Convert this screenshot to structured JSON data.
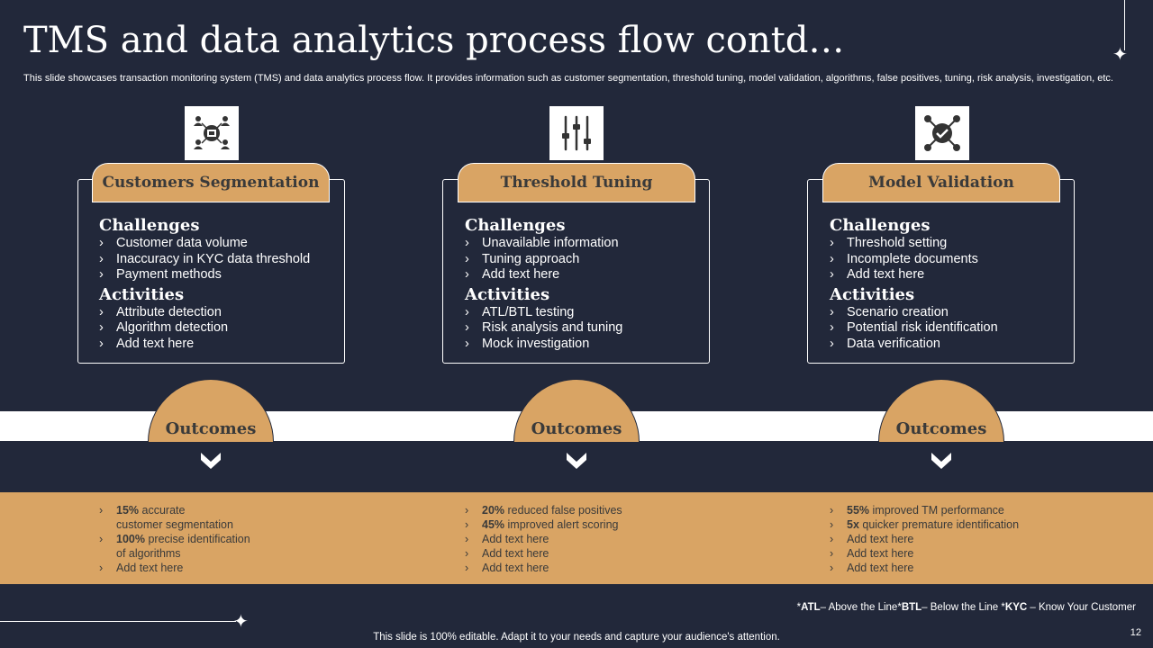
{
  "title": "TMS and data analytics process flow contd…",
  "subtitle": "This slide showcases transaction monitoring system (TMS) and data analytics process flow. It provides information such as customer segmentation, threshold tuning, model validation, algorithms, false positives, tuning, risk analysis, investigation, etc.",
  "colors": {
    "background": "#22283a",
    "accent": "#d9a464",
    "text_dark": "#3a3a3a",
    "white": "#ffffff"
  },
  "columns": [
    {
      "icon": "people-network-icon",
      "heading": "Customers Segmentation",
      "challenges_title": "Challenges",
      "challenges": [
        "Customer data volume",
        "Inaccuracy in KYC data threshold",
        "Payment methods"
      ],
      "activities_title": "Activities",
      "activities": [
        "Attribute detection",
        "Algorithm detection",
        "Add text here"
      ],
      "outcomes_label": "Outcomes",
      "outcomes": [
        {
          "bold": "15%",
          "text": " accurate"
        },
        {
          "bold": "",
          "text": "customer segmentation"
        },
        {
          "bold": "100%",
          "text": " precise identification"
        },
        {
          "bold": "",
          "text": "of algorithms"
        },
        {
          "bold": "",
          "text": "Add text here"
        }
      ]
    },
    {
      "icon": "sliders-icon",
      "heading": "Threshold Tuning",
      "challenges_title": "Challenges",
      "challenges": [
        "Unavailable information",
        "Tuning approach",
        "Add text here"
      ],
      "activities_title": "Activities",
      "activities": [
        "ATL/BTL testing",
        "Risk analysis and tuning",
        "Mock investigation"
      ],
      "outcomes_label": "Outcomes",
      "outcomes": [
        {
          "bold": "20%",
          "text": " reduced false positives"
        },
        {
          "bold": "45%",
          "text": " improved alert scoring"
        },
        {
          "bold": "",
          "text": "Add text here"
        },
        {
          "bold": "",
          "text": "Add text here"
        },
        {
          "bold": "",
          "text": "Add text here"
        }
      ]
    },
    {
      "icon": "network-check-icon",
      "heading": "Model Validation",
      "challenges_title": "Challenges",
      "challenges": [
        "Threshold setting",
        "Incomplete documents",
        "Add text here"
      ],
      "activities_title": "Activities",
      "activities": [
        "Scenario creation",
        "Potential risk identification",
        "Data verification"
      ],
      "outcomes_label": "Outcomes",
      "outcomes": [
        {
          "bold": "55%",
          "text": " improved TM performance"
        },
        {
          "bold": "5x",
          "text": " quicker premature identification"
        },
        {
          "bold": "",
          "text": "Add text here"
        },
        {
          "bold": "",
          "text": "Add text here"
        },
        {
          "bold": "",
          "text": "Add text here"
        }
      ]
    }
  ],
  "abbreviations": [
    {
      "bold": "ATL",
      "text": "– Above the Line"
    },
    {
      "bold": "BTL",
      "text": "– Below the Line "
    },
    {
      "bold": "KYC",
      "text": " – Know Your Customer"
    }
  ],
  "footer": "This slide is 100% editable. Adapt it to your needs and capture your audience's attention.",
  "page_number": "12"
}
